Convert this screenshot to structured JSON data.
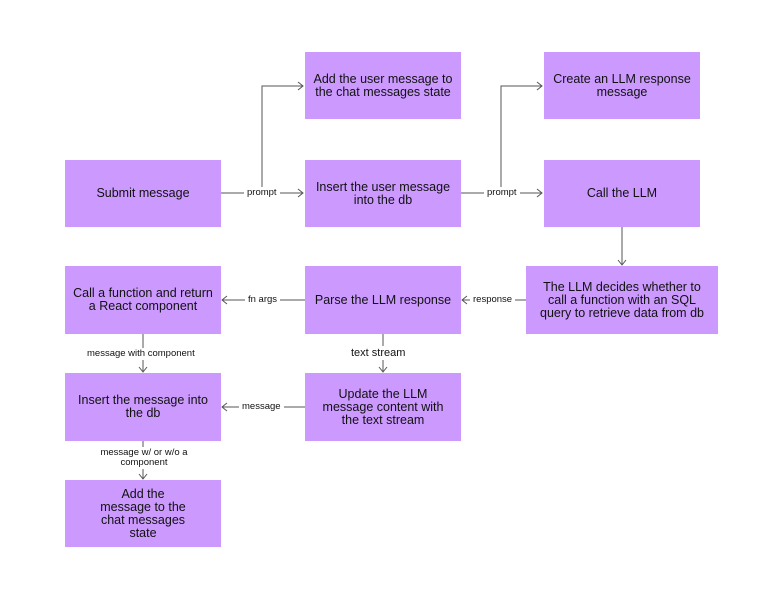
{
  "nodes": {
    "submit": "Submit message",
    "add_user_msg": "Add the user message to the chat messages state",
    "insert_user_msg": "Insert the user message into the db",
    "create_llm_resp": "Create an LLM response message",
    "call_llm": "Call the LLM",
    "llm_decides": "The LLM decides whether to call a function with an SQL query to retrieve data from db",
    "parse_resp": "Parse the LLM response",
    "call_function": "Call a function and return a React component",
    "update_content": "Update the LLM message content with the text stream",
    "insert_msg": "Insert the message into the db",
    "add_msg_state": "Add the message to the chat messages state"
  },
  "edge_labels": {
    "prompt_1": "prompt",
    "prompt_2": "prompt",
    "response": "response",
    "fn_args": "fn args",
    "text_stream": "text stream",
    "message_with_component": "message with component",
    "message": "message",
    "message_w_wo": "message w/ or w/o a component"
  },
  "colors": {
    "node_fill": "#cc99ff",
    "line": "#555555"
  }
}
